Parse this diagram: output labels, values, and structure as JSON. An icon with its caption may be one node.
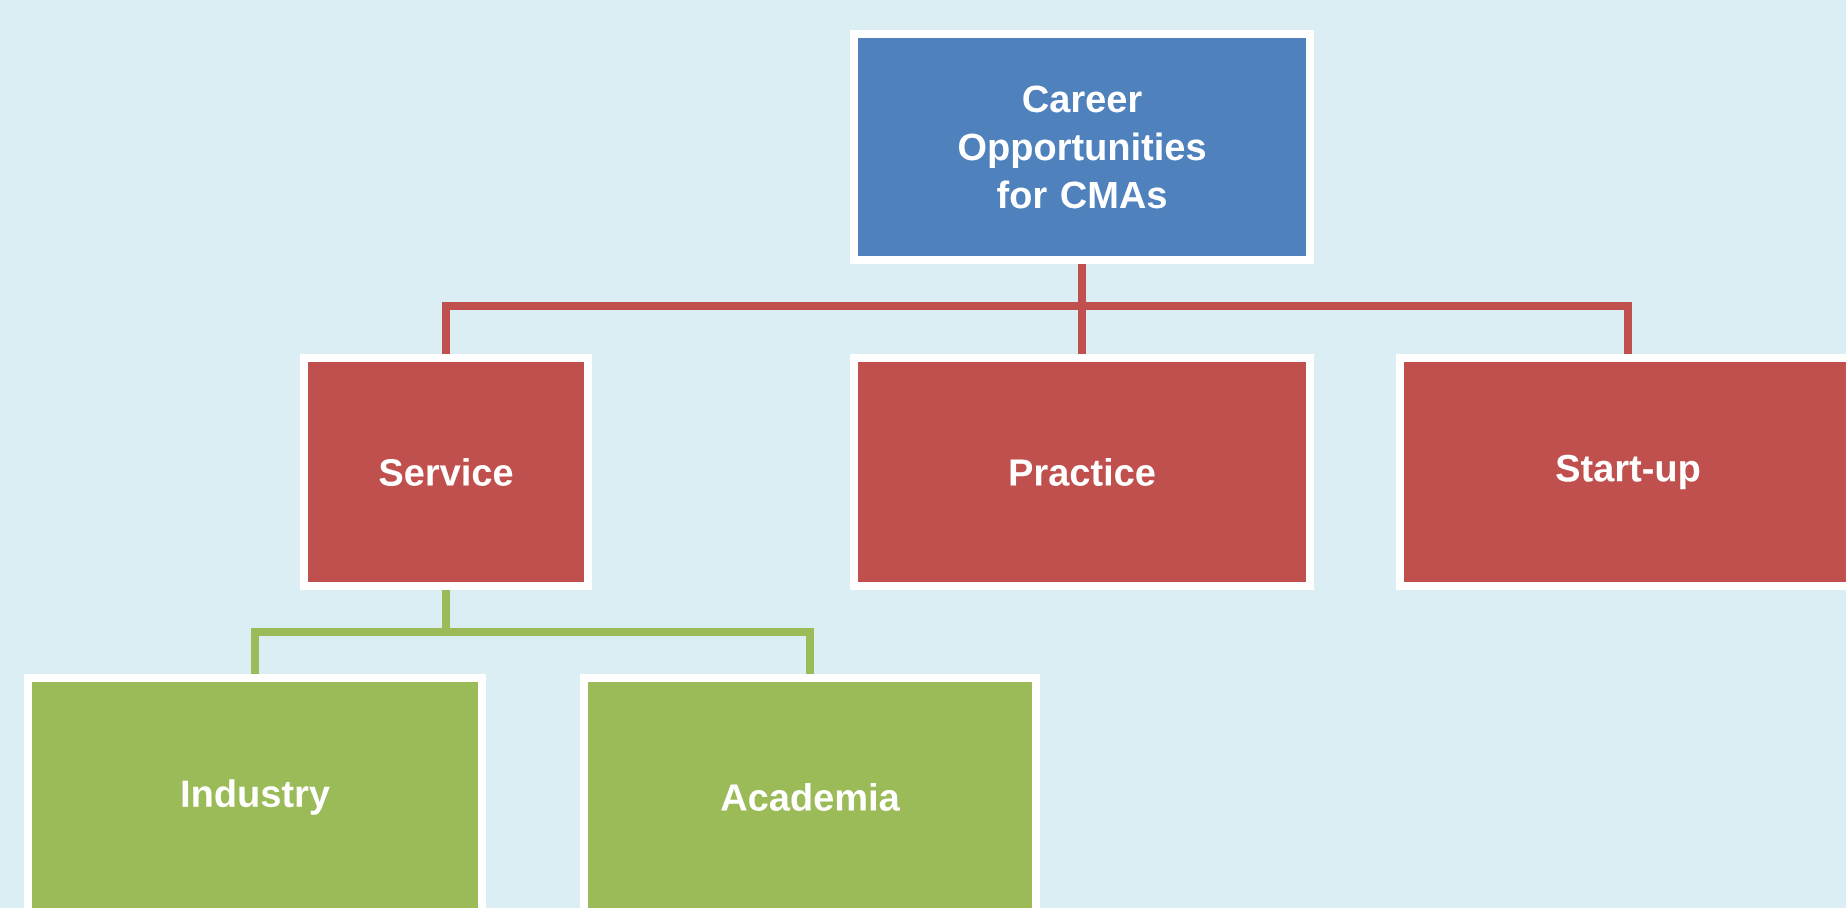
{
  "diagram": {
    "nodes": [
      {
        "text": [
          "Career Opportunities for CMAs"
        ]
      },
      {
        "text": [
          "Service"
        ]
      },
      {
        "text": [
          "Practice"
        ]
      },
      {
        "text": [
          "Start-up"
        ]
      },
      {
        "text": [
          "Industry"
        ]
      },
      {
        "text": [
          "Academia"
        ]
      }
    ],
    "edges": [
      {
        "from": 0,
        "to": 1,
        "arrow": "none"
      },
      {
        "from": 0,
        "to": 2,
        "arrow": "none"
      },
      {
        "from": 0,
        "to": 3,
        "arrow": "none"
      },
      {
        "from": 1,
        "to": 4,
        "arrow": "none",
        "color": "#9bbb59"
      },
      {
        "from": 1,
        "to": 5,
        "arrow": "none",
        "color": "#9bbb59"
      }
    ]
  }
}
